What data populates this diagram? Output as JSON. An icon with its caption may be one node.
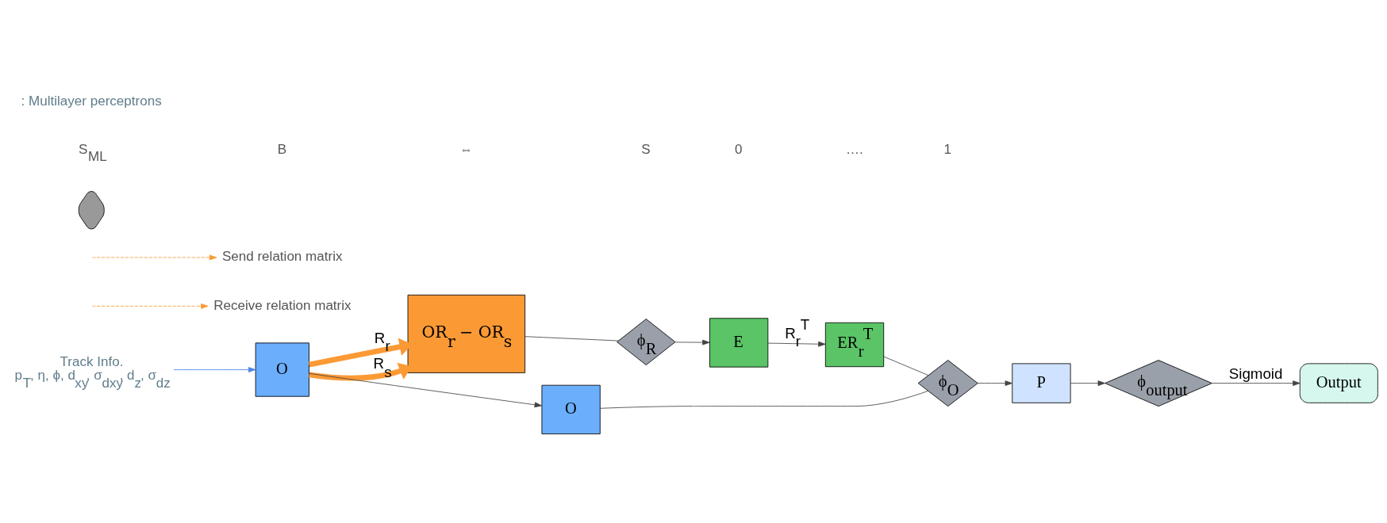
{
  "diagram": {
    "nodes": [
      {
        "text": [
          "Track Info.",
          "p$_{T}$, η, ϕ, d$_{xy}$, σ$_{dxy}$, d$_{z}$, σ$_{dz}$"
        ]
      },
      {
        "text": [
          "O"
        ]
      },
      {
        "text": [
          "OR$_{r}$ − OR$_{s}$"
        ]
      },
      {
        "text": [
          "ϕ$_{R}$"
        ]
      },
      {
        "text": [
          "E"
        ]
      },
      {
        "text": [
          "O"
        ]
      },
      {
        "text": [
          "ER$_{r}$$^{T}$"
        ]
      },
      {
        "text": [
          "ϕ$_{O}$"
        ]
      },
      {
        "text": [
          "P"
        ]
      },
      {
        "text": [
          "ϕ$_{output}$"
        ]
      },
      {
        "text": [
          "Output"
        ]
      },
      {
        "text": [
          "Receive relation matrix"
        ]
      },
      {
        "text": [
          "Send relation matrix"
        ]
      },
      {
        "text": [],
        "shape": "diamond"
      }
    ],
    "edges": [
      {
        "from": 0,
        "to": 1,
        "arrow": "to",
        "color": "#4a86e8"
      },
      {
        "from": 1,
        "to": 2,
        "arrow": "to",
        "label": "R$_{r}$",
        "style": "thick",
        "color": "#fb9a35"
      },
      {
        "from": 1,
        "to": 2,
        "arrow": "to",
        "label": "R$_{s}$",
        "style": "thick",
        "color": "#fb9a35"
      },
      {
        "from": null,
        "to": 11,
        "arrow": "to",
        "style": "dashed",
        "color": "#fb9a35"
      },
      {
        "from": null,
        "to": 12,
        "arrow": "to",
        "style": "dashed",
        "color": "#fb9a35"
      },
      {
        "from": 1,
        "to": 5,
        "arrow": "to"
      },
      {
        "from": 2,
        "to": 3,
        "arrow": "none"
      },
      {
        "from": 3,
        "to": 4,
        "arrow": "to"
      },
      {
        "from": 4,
        "to": 6,
        "arrow": "to",
        "label": "R$_{r}$$^{T}$"
      },
      {
        "from": 5,
        "to": 7,
        "arrow": "none"
      },
      {
        "from": 6,
        "to": 7,
        "arrow": "none"
      },
      {
        "from": 7,
        "to": 8,
        "arrow": "to"
      },
      {
        "from": 8,
        "to": 9,
        "arrow": "to"
      },
      {
        "from": 9,
        "to": 10,
        "arrow": "to",
        "label": "Sigmoid"
      }
    ],
    "labels": [
      "S$_{ML}$",
      "B",
      "⇔",
      "S",
      "0",
      "….",
      "1"
    ],
    "legend": [
      {
        "text": ": Multilayer perceptrons"
      }
    ]
  }
}
